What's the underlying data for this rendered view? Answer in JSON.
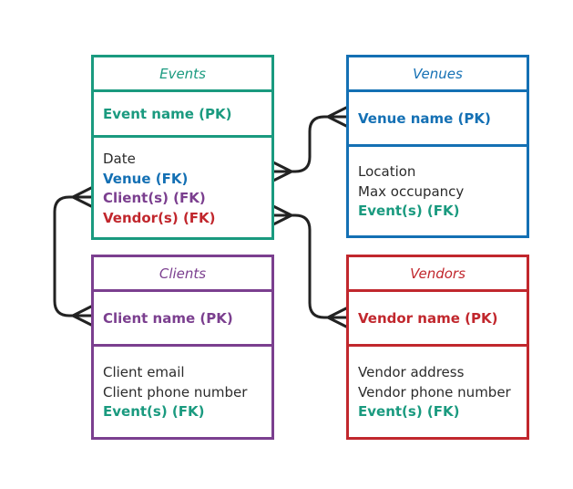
{
  "colors": {
    "events": "#1a9a7f",
    "venues": "#1470b4",
    "clients": "#7b3f8f",
    "vendors": "#c1272d",
    "text": "#2b2b2b",
    "connector": "#222222"
  },
  "events": {
    "title": "Events",
    "pk": "Event name (PK)",
    "attrs": [
      "Date",
      "Venue (FK)",
      "Client(s) (FK)",
      "Vendor(s) (FK)"
    ]
  },
  "venues": {
    "title": "Venues",
    "pk": "Venue name (PK)",
    "attrs": [
      "Location",
      "Max occupancy",
      "Event(s) (FK)"
    ]
  },
  "clients": {
    "title": "Clients",
    "pk": "Client name (PK)",
    "attrs": [
      "Client email",
      "Client phone number",
      "Event(s) (FK)"
    ]
  },
  "vendors": {
    "title": "Vendors",
    "pk": "Vendor name (PK)",
    "attrs": [
      "Vendor address",
      "Vendor phone number",
      "Event(s) (FK)"
    ]
  }
}
